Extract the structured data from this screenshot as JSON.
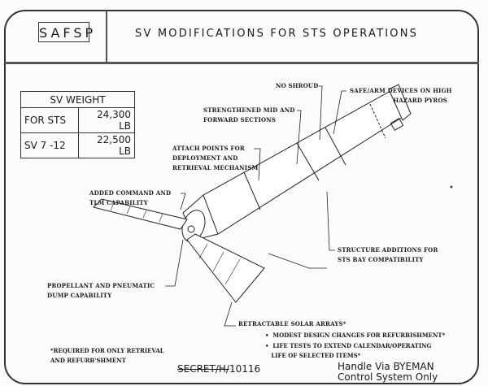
{
  "header": {
    "logo": "SAFSP",
    "title": "SV MODIFICATIONS FOR STS OPERATIONS"
  },
  "weight_table": {
    "title": "SV WEIGHT",
    "rows": [
      {
        "label": "FOR STS",
        "value": "24,300 LB"
      },
      {
        "label": "SV 7 -12",
        "value": "22,500 LB"
      }
    ]
  },
  "callouts": {
    "no_shroud": "NO SHROUD",
    "safe_arm": [
      "SAFE/ARM DEVICES ON HIGH",
      "HAZARD PYROS"
    ],
    "strengthened": [
      "STRENGTHENED MID AND",
      "FORWARD SECTIONS"
    ],
    "attach": [
      "ATTACH POINTS FOR",
      "DEPLOYMENT AND",
      "RETRIEVAL MECHANISM"
    ],
    "command": [
      "ADDED COMMAND AND",
      "TLM CAPABILITY"
    ],
    "structure": [
      "STRUCTURE ADDITIONS FOR",
      "STS BAY COMPATIBILITY"
    ],
    "propellant": [
      "PROPELLANT AND PNEUMATIC",
      "DUMP CAPABILITY"
    ],
    "solar": "RETRACTABLE SOLAR ARRAYS*"
  },
  "footnote": [
    "*REQUIRED FOR ONLY RETRIEVAL",
    "AND REFURB'SHMENT"
  ],
  "bullets": [
    [
      "MODEST DESIGN CHANGES FOR REFURBISHMENT*"
    ],
    [
      "LIFE TESTS TO EXTEND CALENDAR/OPERATING",
      "LIFE OF SELECTED ITEMS*"
    ]
  ],
  "classification": {
    "struck": "SECRET/H/",
    "number": "10116"
  },
  "handling": [
    "Handle Via BYEMAN",
    "Control System Only"
  ]
}
